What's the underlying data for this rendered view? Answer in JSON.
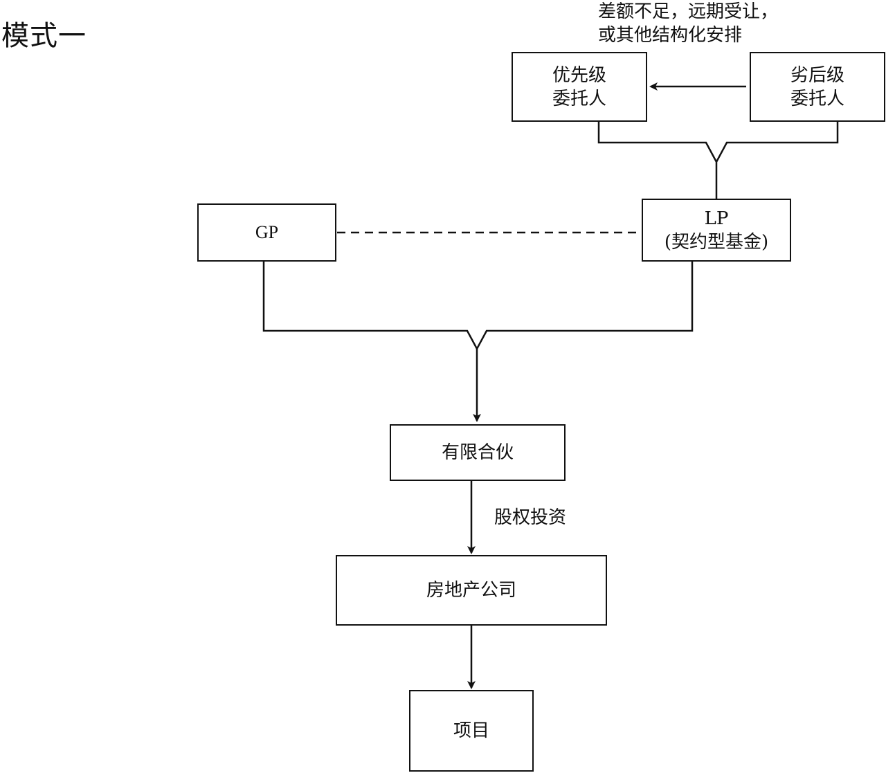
{
  "page": {
    "title": "模式一"
  },
  "notes": {
    "line1": "差额不足，远期受让，",
    "line2": "或其他结构化安排"
  },
  "nodes": {
    "senior_trustor": {
      "line1": "优先级",
      "line2": "委托人"
    },
    "junior_trustor": {
      "line1": "劣后级",
      "line2": "委托人"
    },
    "gp": {
      "label": "GP"
    },
    "lp": {
      "line1": "LP",
      "line2": "(契约型基金)"
    },
    "limited_partnership": {
      "label": "有限合伙"
    },
    "real_estate_company": {
      "label": "房地产公司"
    },
    "project": {
      "label": "项目"
    }
  },
  "edges": {
    "equity_investment_label": "股权投资"
  },
  "colors": {
    "stroke": "#111111",
    "background": "#ffffff"
  }
}
